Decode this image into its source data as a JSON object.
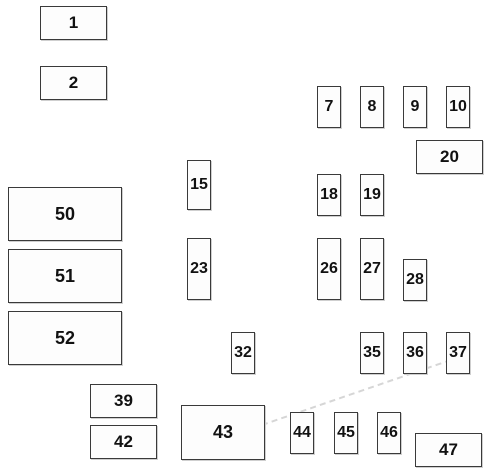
{
  "fuses": [
    {
      "id": "1",
      "label": "1"
    },
    {
      "id": "2",
      "label": "2"
    },
    {
      "id": "7",
      "label": "7"
    },
    {
      "id": "8",
      "label": "8"
    },
    {
      "id": "9",
      "label": "9"
    },
    {
      "id": "10",
      "label": "10"
    },
    {
      "id": "20",
      "label": "20"
    },
    {
      "id": "15",
      "label": "15"
    },
    {
      "id": "18",
      "label": "18"
    },
    {
      "id": "19",
      "label": "19"
    },
    {
      "id": "50",
      "label": "50"
    },
    {
      "id": "23",
      "label": "23"
    },
    {
      "id": "26",
      "label": "26"
    },
    {
      "id": "27",
      "label": "27"
    },
    {
      "id": "28",
      "label": "28"
    },
    {
      "id": "51",
      "label": "51"
    },
    {
      "id": "52",
      "label": "52"
    },
    {
      "id": "32",
      "label": "32"
    },
    {
      "id": "35",
      "label": "35"
    },
    {
      "id": "36",
      "label": "36"
    },
    {
      "id": "37",
      "label": "37"
    },
    {
      "id": "39",
      "label": "39"
    },
    {
      "id": "43",
      "label": "43"
    },
    {
      "id": "44",
      "label": "44"
    },
    {
      "id": "45",
      "label": "45"
    },
    {
      "id": "46",
      "label": "46"
    },
    {
      "id": "42",
      "label": "42"
    },
    {
      "id": "47",
      "label": "47"
    }
  ],
  "colors": {
    "border": "#3a3a3a",
    "text": "#111111",
    "background": "#ffffff"
  }
}
